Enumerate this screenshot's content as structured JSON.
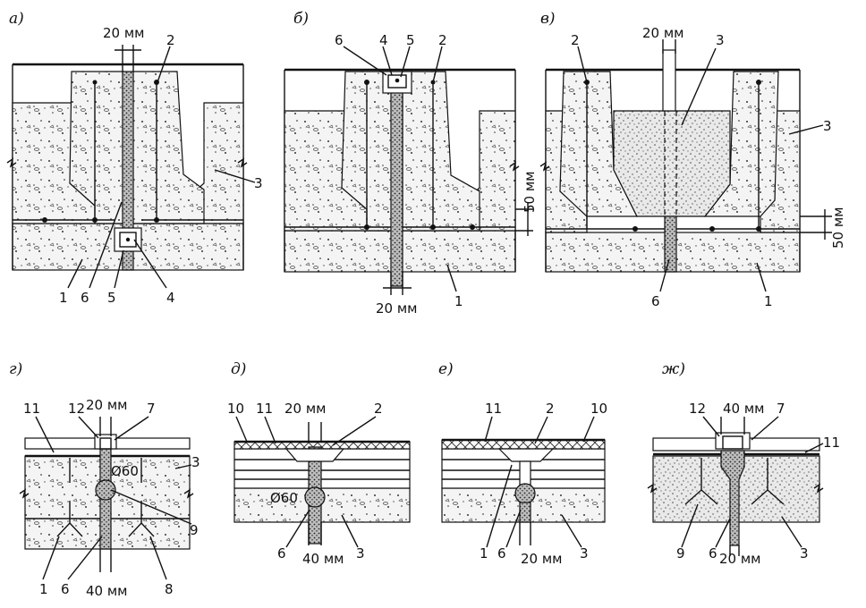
{
  "panels": {
    "a": {
      "letter": "а)",
      "dim_top": "20 мм",
      "labels": {
        "l1": "1",
        "l2": "2",
        "l3": "3",
        "l4": "4",
        "l5": "5",
        "l6": "6"
      }
    },
    "b": {
      "letter": "б)",
      "dim_bottom": "20 мм",
      "dim_side": "50 мм",
      "labels": {
        "l1": "1",
        "l2": "2",
        "l4": "4",
        "l5": "5",
        "l6": "6"
      }
    },
    "v": {
      "letter": "в)",
      "dim_top": "20 мм",
      "dim_side": "50 мм",
      "labels": {
        "l1": "1",
        "l2": "2",
        "l3a": "3",
        "l3b": "3",
        "l6": "6"
      }
    },
    "g": {
      "letter": "г)",
      "dim_top": "20 мм",
      "dim_bottom": "40 мм",
      "diam": "Ø60",
      "labels": {
        "l1": "1",
        "l3": "3",
        "l6": "6",
        "l7": "7",
        "l8": "8",
        "l9": "9",
        "l11": "11",
        "l12": "12"
      }
    },
    "d": {
      "letter": "д)",
      "dim_top": "20 мм",
      "dim_bottom": "40 мм",
      "diam": "Ø60",
      "labels": {
        "l2": "2",
        "l3": "3",
        "l6": "6",
        "l10": "10",
        "l11": "11"
      }
    },
    "e": {
      "letter": "е)",
      "dim_bottom": "20 мм",
      "labels": {
        "l1": "1",
        "l2": "2",
        "l3": "3",
        "l6": "6",
        "l10": "10",
        "l11": "11"
      }
    },
    "zh": {
      "letter": "ж)",
      "dim_top": "40 мм",
      "dim_bottom": "20 мм",
      "labels": {
        "l3": "3",
        "l6": "6",
        "l7": "7",
        "l9": "9",
        "l11": "11",
        "l12": "12"
      }
    }
  }
}
